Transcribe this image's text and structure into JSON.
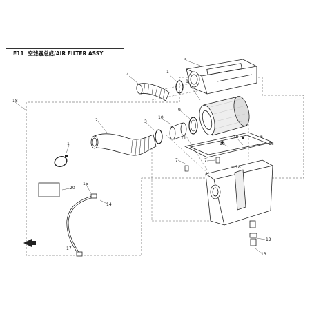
{
  "header": {
    "code": "E11",
    "title": "空滤器总成/AIR FILTER ASSY"
  },
  "callouts": {
    "c1a": "1",
    "c1b": "1",
    "c2": "2",
    "c3": "3",
    "c4": "4",
    "c5": "5",
    "c6": "6",
    "c7a": "7",
    "c7b": "7",
    "c8": "8",
    "c9": "9",
    "c10": "10",
    "c11": "11",
    "c12": "12",
    "c13": "13",
    "c14": "14",
    "c15": "15",
    "c16": "16",
    "c17": "17",
    "c18": "18",
    "c19a": "19",
    "c19b": "19",
    "c20": "20"
  }
}
